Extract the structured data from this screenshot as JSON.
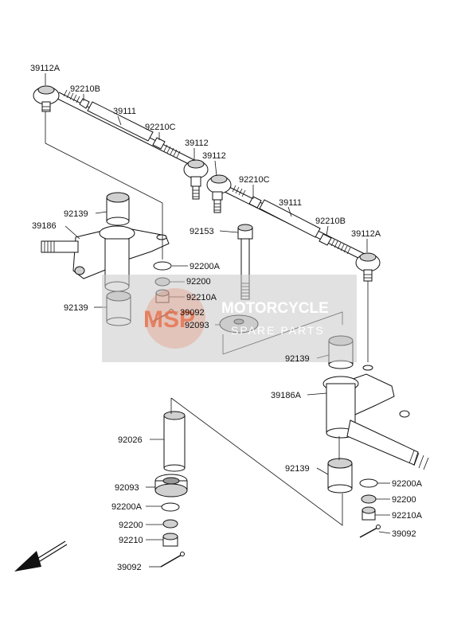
{
  "labels": {
    "l39112A_top": "39112A",
    "l92210B_top": "92210B",
    "l39111_top": "39111",
    "l92210C_top": "92210C",
    "l39112_a": "39112",
    "l39112_b": "39112",
    "l92210C_mid": "92210C",
    "l39111_mid": "39111",
    "l92210B_mid": "92210B",
    "l39112A_right": "39112A",
    "l92139_a": "92139",
    "l39186": "39186",
    "l92153": "92153",
    "l92200A_a": "92200A",
    "l92200_a": "92200",
    "l92210A_a": "92210A",
    "l39092_a": "39092",
    "l92093_a": "92093",
    "l92139_b": "92139",
    "l92139_c": "92139",
    "l39186A": "39186A",
    "l92026": "92026",
    "l92139_d": "92139",
    "l92093_b": "92093",
    "l92200A_b": "92200A",
    "l92200_b": "92200",
    "l92210": "92210",
    "l39092_b": "39092",
    "l92200A_c": "92200A",
    "l92200_c": "92200",
    "l92210A_b": "92210A",
    "l39092_c": "39092"
  },
  "watermark": {
    "title": "MOTORCYCLE",
    "subtitle": "SPARE PARTS",
    "logo": "MSP"
  },
  "icons": {
    "front_arrow": "arrow-down-left-icon"
  },
  "colors": {
    "line": "#111111",
    "watermark_band": "#c9c9c9",
    "watermark_logo": "#e8704a"
  }
}
